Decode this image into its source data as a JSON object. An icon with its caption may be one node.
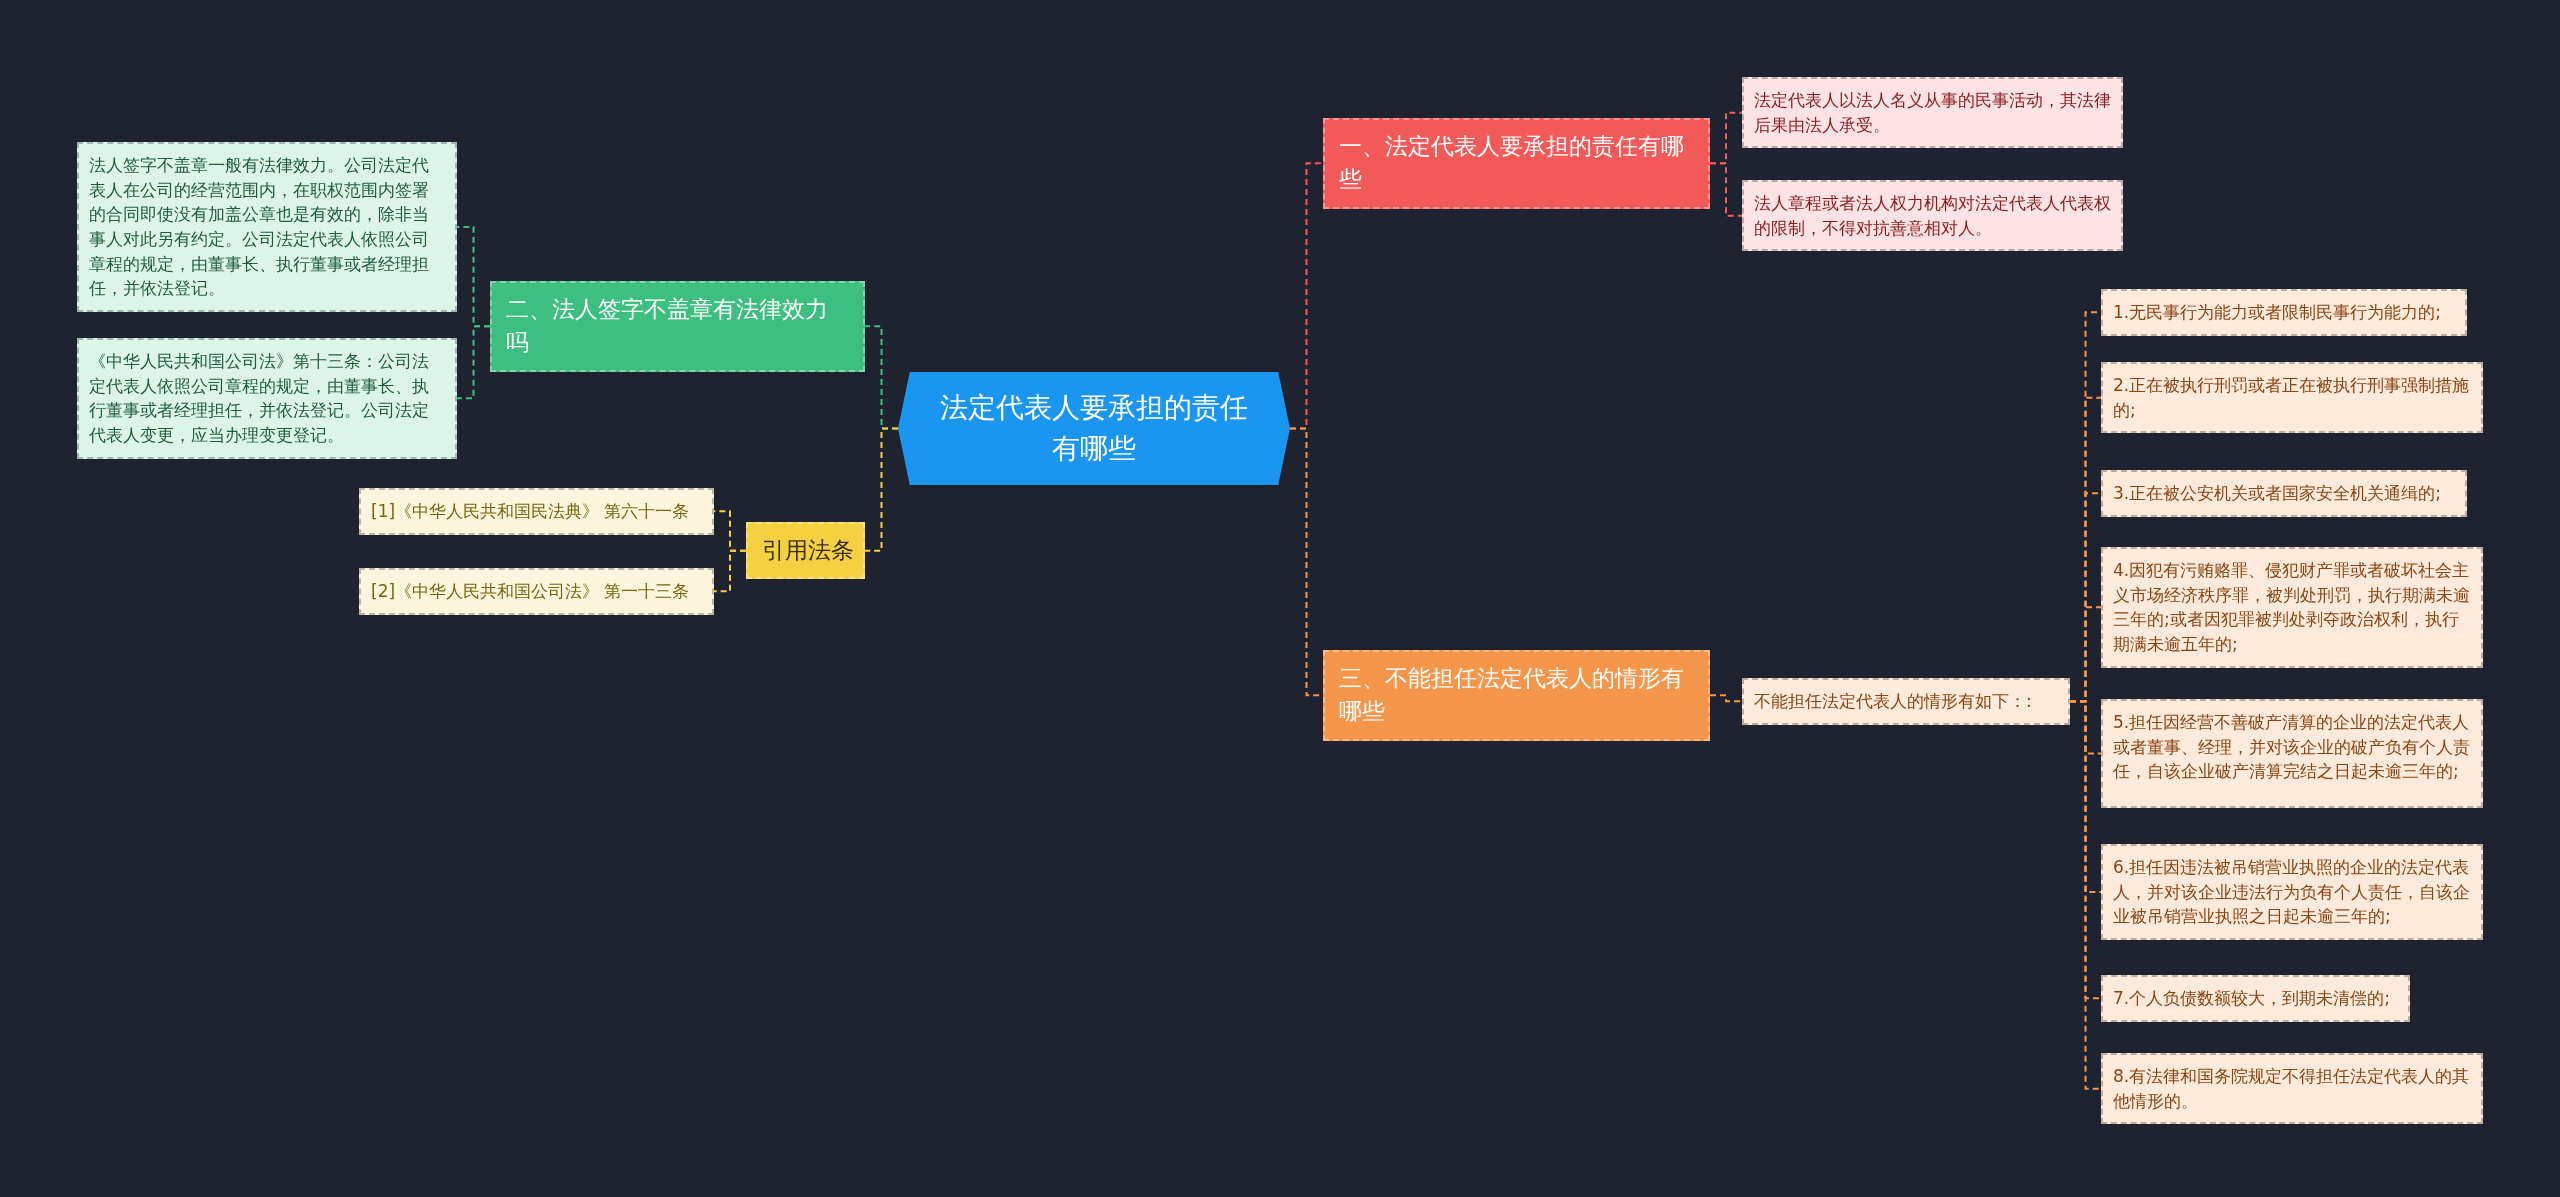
{
  "diagram": {
    "nodes": [
      {
        "text": [
          "法定代表人要承担的责任有哪些"
        ]
      },
      {
        "text": [
          "一、法定代表人要承担的责任有哪些"
        ]
      },
      {
        "text": [
          "法定代表人以法人名义从事的民事活动，其法律后果由法人承受。"
        ]
      },
      {
        "text": [
          "法人章程或者法人权力机构对法定代表人代表权的限制，不得对抗善意相对人。"
        ]
      },
      {
        "text": [
          "二、法人签字不盖章有法律效力吗"
        ]
      },
      {
        "text": [
          "法人签字不盖章一般有法律效力。公司法定代表人在公司的经营范围内，在职权范围内签署的合同即使没有加盖公章也是有效的，除非当事人对此另有约定。公司法定代表人依照公司章程的规定，由董事长、执行董事或者经理担任，并依法登记。"
        ]
      },
      {
        "text": [
          "《中华人民共和国公司法》第十三条：公司法定代表人依照公司章程的规定，由董事长、执行董事或者经理担任，并依法登记。公司法定代表人变更，应当办理变更登记。"
        ]
      },
      {
        "text": [
          "引用法条"
        ]
      },
      {
        "text": [
          "[1]《中华人民共和国民法典》 第六十一条"
        ]
      },
      {
        "text": [
          "[2]《中华人民共和国公司法》 第一十三条"
        ]
      },
      {
        "text": [
          "三、不能担任法定代表人的情形有哪些"
        ]
      },
      {
        "text": [
          "不能担任法定代表人的情形有如下：:"
        ]
      },
      {
        "text": [
          "1.无民事行为能力或者限制民事行为能力的;"
        ]
      },
      {
        "text": [
          "2.正在被执行刑罚或者正在被执行刑事强制措施的;"
        ]
      },
      {
        "text": [
          "3.正在被公安机关或者国家安全机关通缉的;"
        ]
      },
      {
        "text": [
          "4.因犯有污贿赂罪、侵犯财产罪或者破坏社会主义市场经济秩序罪，被判处刑罚，执行期满未逾三年的;或者因犯罪被判处剥夺政治权利，执行期满未逾五年的;"
        ]
      },
      {
        "text": [
          "5.担任因经营不善破产清算的企业的法定代表人或者董事、经理，并对该企业的破产负有个人责任，自该企业破产清算完结之日起未逾三年的;"
        ]
      },
      {
        "text": [
          "6.担任因违法被吊销营业执照的企业的法定代表人，并对该企业违法行为负有个人责任，自该企业被吊销营业执照之日起未逾三年的;"
        ]
      },
      {
        "text": [
          "7.个人负债数额较大，到期未清偿的;"
        ]
      },
      {
        "text": [
          "8.有法律和国务院规定不得担任法定代表人的其他情形的。"
        ]
      }
    ],
    "edges": [
      {
        "from": 0,
        "to": 1,
        "arrow": "none",
        "style": "dashed",
        "color": "#f25a5a"
      },
      {
        "from": 1,
        "to": 2,
        "arrow": "none",
        "style": "dashed",
        "color": "#f25a5a"
      },
      {
        "from": 1,
        "to": 3,
        "arrow": "none",
        "style": "dashed",
        "color": "#f25a5a"
      },
      {
        "from": 0,
        "to": 4,
        "arrow": "none",
        "style": "dashed",
        "color": "#3dbf7f"
      },
      {
        "from": 4,
        "to": 5,
        "arrow": "none",
        "style": "dashed",
        "color": "#3dbf7f"
      },
      {
        "from": 4,
        "to": 6,
        "arrow": "none",
        "style": "dashed",
        "color": "#3dbf7f"
      },
      {
        "from": 0,
        "to": 7,
        "arrow": "none",
        "style": "dashed",
        "color": "#f5d142"
      },
      {
        "from": 7,
        "to": 8,
        "arrow": "none",
        "style": "dashed",
        "color": "#f5d142"
      },
      {
        "from": 7,
        "to": 9,
        "arrow": "none",
        "style": "dashed",
        "color": "#f5d142"
      },
      {
        "from": 0,
        "to": 10,
        "arrow": "none",
        "style": "dashed",
        "color": "#f5964a"
      },
      {
        "from": 10,
        "to": 11,
        "arrow": "none",
        "style": "dashed",
        "color": "#f5964a"
      },
      {
        "from": 11,
        "to": 12,
        "arrow": "none",
        "style": "dashed",
        "color": "#f5964a"
      },
      {
        "from": 11,
        "to": 13,
        "arrow": "none",
        "style": "dashed",
        "color": "#f5964a"
      },
      {
        "from": 11,
        "to": 14,
        "arrow": "none",
        "style": "dashed",
        "color": "#f5964a"
      },
      {
        "from": 11,
        "to": 15,
        "arrow": "none",
        "style": "dashed",
        "color": "#f5964a"
      },
      {
        "from": 11,
        "to": 16,
        "arrow": "none",
        "style": "dashed",
        "color": "#f5964a"
      },
      {
        "from": 11,
        "to": 17,
        "arrow": "none",
        "style": "dashed",
        "color": "#f5964a"
      },
      {
        "from": 11,
        "to": 18,
        "arrow": "none",
        "style": "dashed",
        "color": "#f5964a"
      },
      {
        "from": 11,
        "to": 19,
        "arrow": "none",
        "style": "dashed",
        "color": "#f5964a"
      }
    ]
  }
}
